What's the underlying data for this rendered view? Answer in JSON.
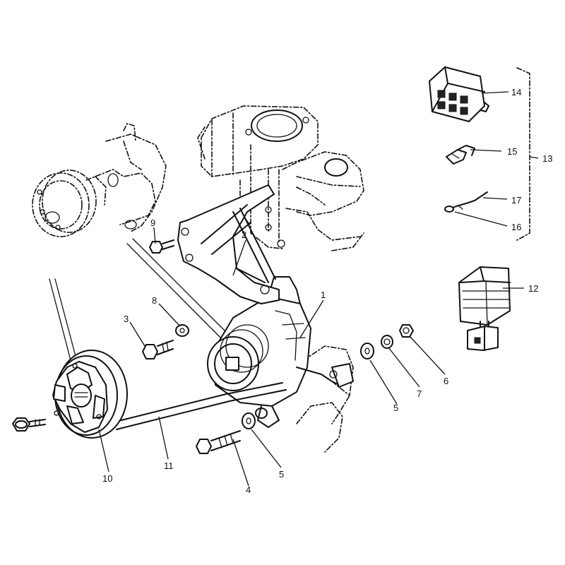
{
  "callouts": [
    {
      "id": "c1",
      "label": "1"
    },
    {
      "id": "c2",
      "label": "2"
    },
    {
      "id": "c3",
      "label": "3"
    },
    {
      "id": "c4",
      "label": "4"
    },
    {
      "id": "c5a",
      "label": "5"
    },
    {
      "id": "c5b",
      "label": "5"
    },
    {
      "id": "c6",
      "label": "6"
    },
    {
      "id": "c7",
      "label": "7"
    },
    {
      "id": "c8",
      "label": "8"
    },
    {
      "id": "c9",
      "label": "9"
    },
    {
      "id": "c10",
      "label": "10"
    },
    {
      "id": "c11",
      "label": "11"
    },
    {
      "id": "c12",
      "label": "12"
    },
    {
      "id": "c13",
      "label": "13"
    },
    {
      "id": "c14",
      "label": "14"
    },
    {
      "id": "c15",
      "label": "15"
    },
    {
      "id": "c16",
      "label": "16"
    },
    {
      "id": "c17",
      "label": "17"
    }
  ]
}
